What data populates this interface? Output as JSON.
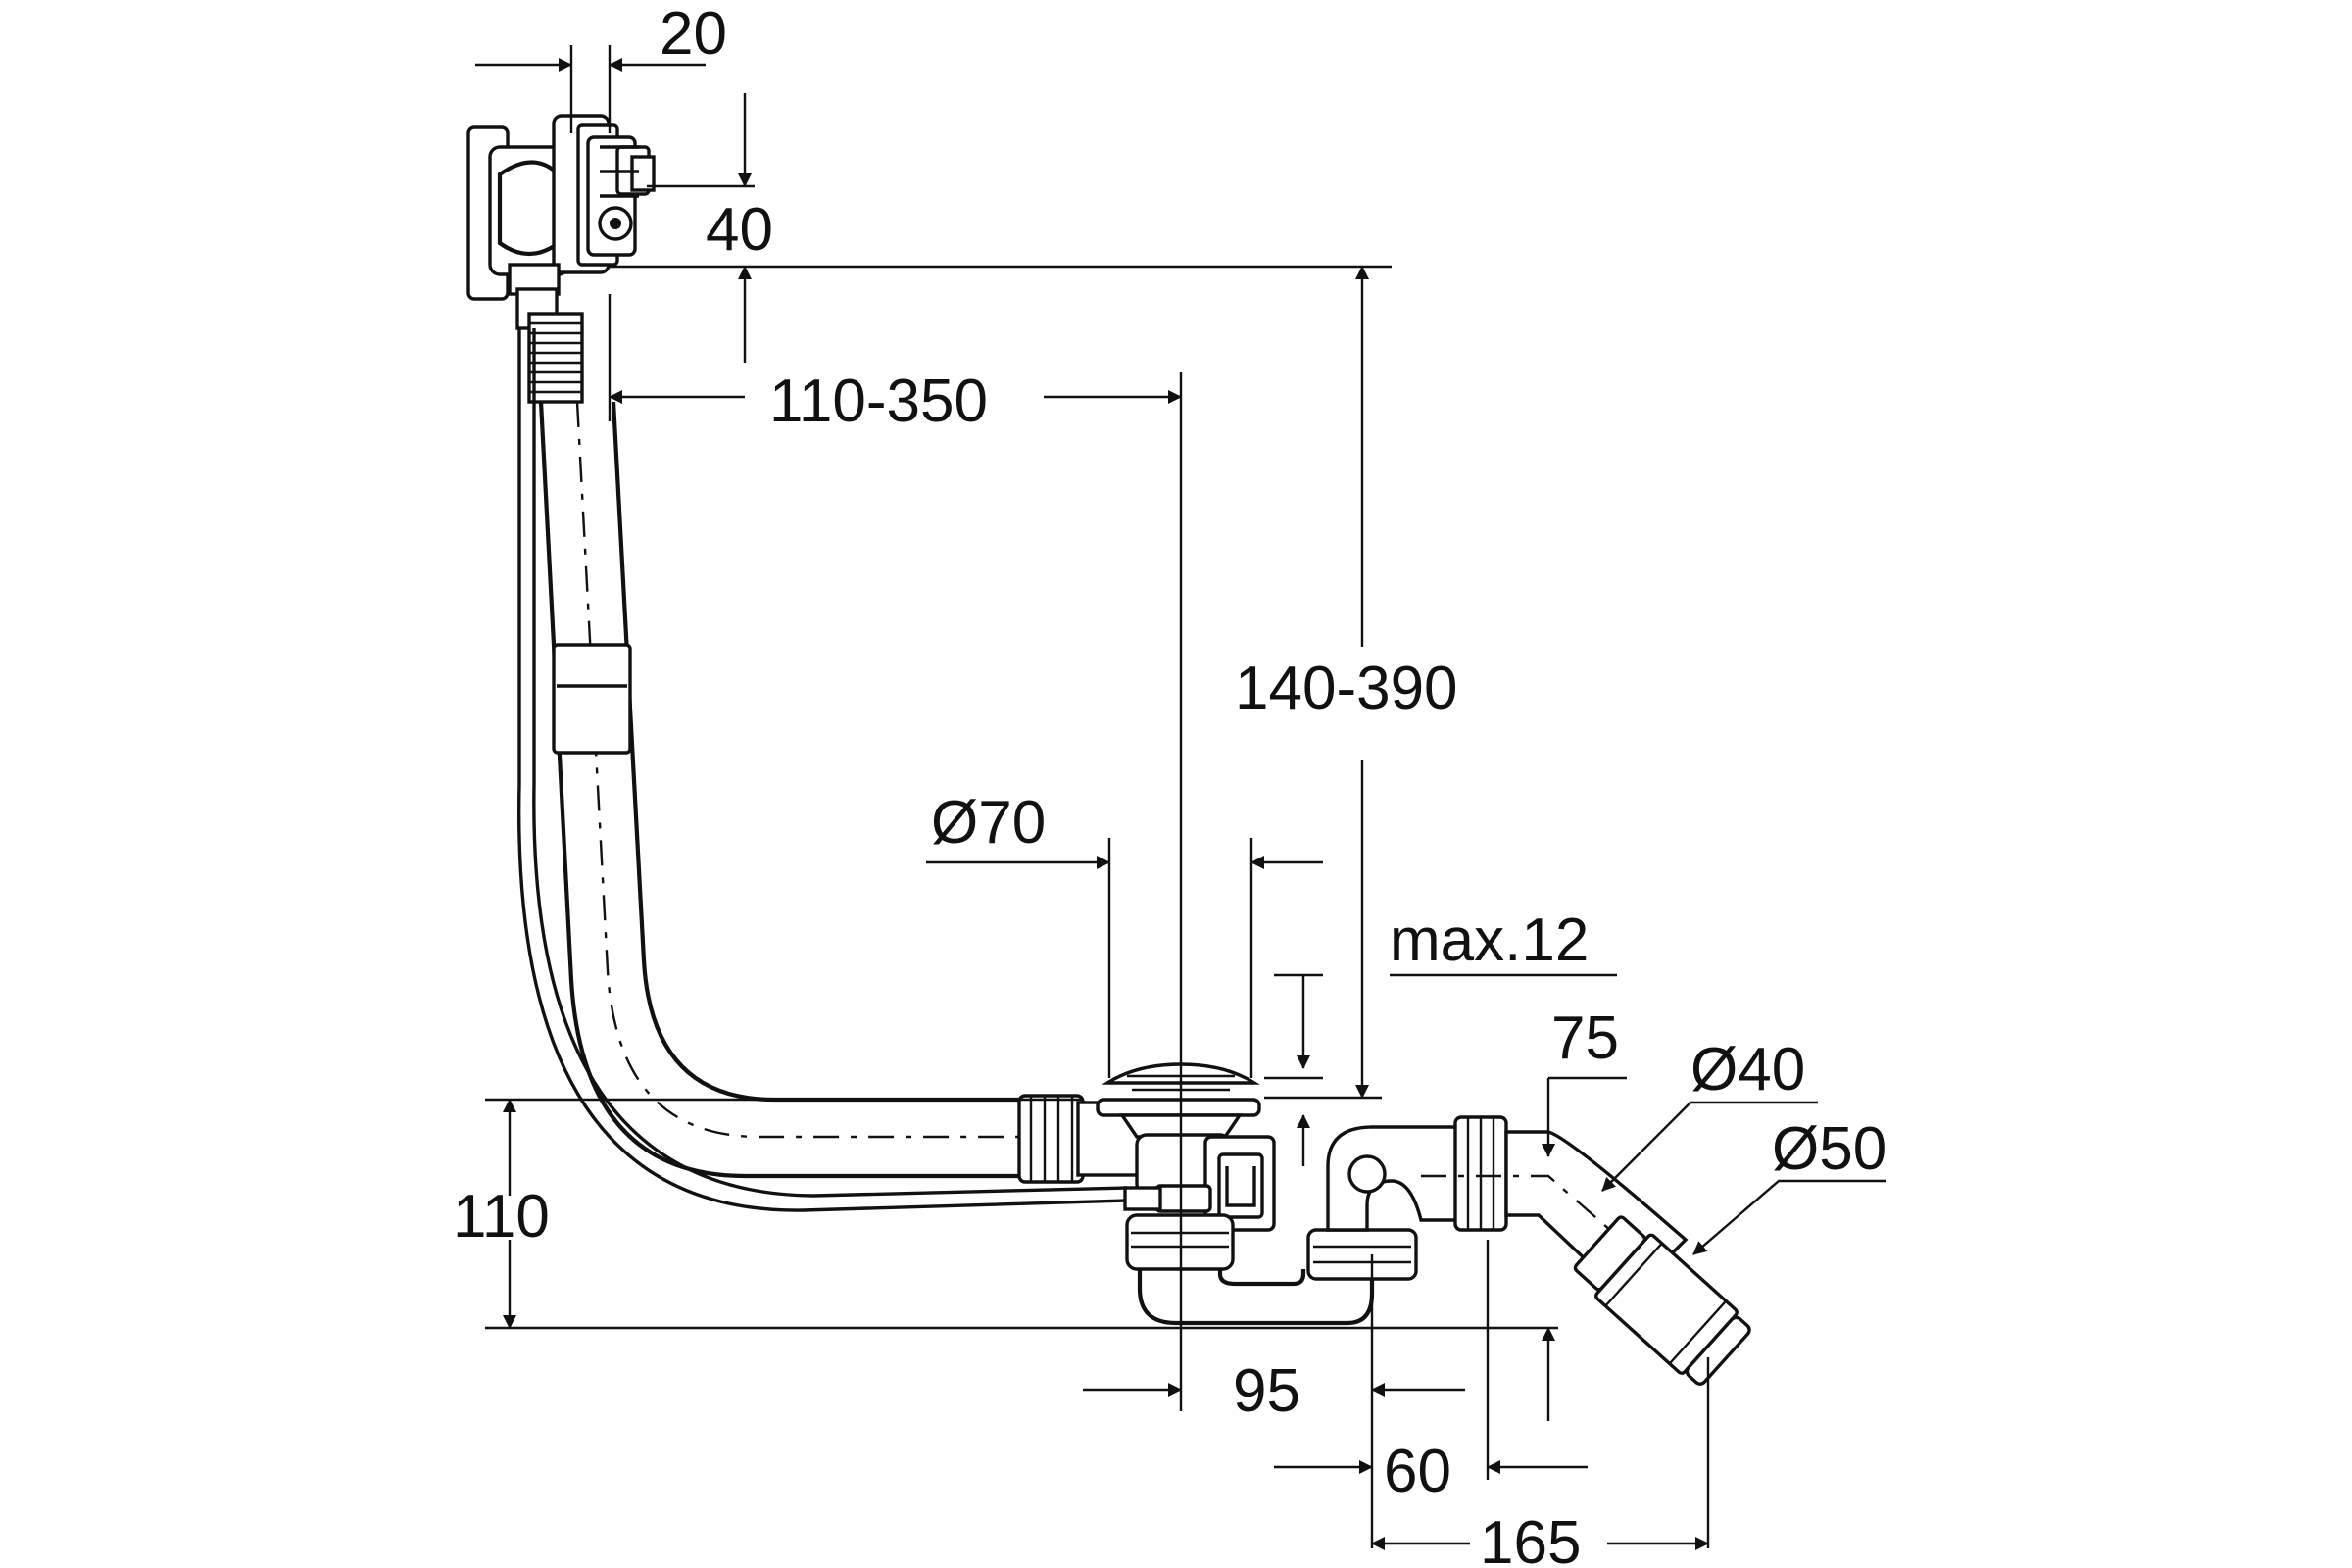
{
  "diagram": {
    "labels": {
      "overflow_offset": "20",
      "overflow_height": "40",
      "horizontal_distance": "110-350",
      "vertical_distance": "140-390",
      "outlet_diameter": "Ø70",
      "max_thickness": "max.12",
      "trap_height": "110",
      "distance_95": "95",
      "distance_60": "60",
      "distance_165": "165",
      "angle_75": "75",
      "pipe_diameter_40": "Ø40",
      "pipe_diameter_50": "Ø50"
    }
  }
}
